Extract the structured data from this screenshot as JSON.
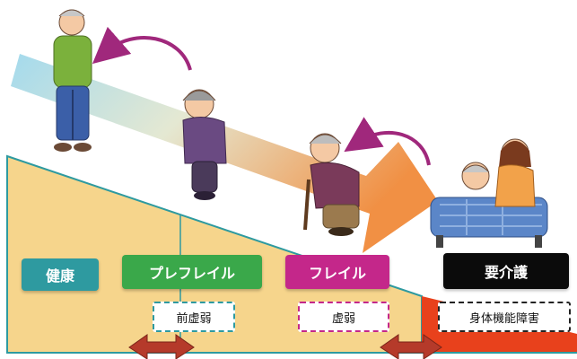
{
  "stages": [
    {
      "id": "healthy",
      "label": "健康",
      "color": "#2e9aa0"
    },
    {
      "id": "prefrail",
      "label": "プレフレイル",
      "color": "#3aa84a"
    },
    {
      "id": "frail",
      "label": "フレイル",
      "color": "#c4278a"
    },
    {
      "id": "care",
      "label": "要介護",
      "color": "#0b0b0b"
    }
  ],
  "sub_labels": [
    {
      "id": "prefrail",
      "label": "前虚弱",
      "border": "#2e9aa0"
    },
    {
      "id": "frail",
      "label": "虚弱",
      "border": "#c4278a"
    },
    {
      "id": "care",
      "label": "身体機能障害",
      "border": "#222222"
    }
  ],
  "colors": {
    "slope_fill": "#f6d58c",
    "slope_border": "#2e9aa0",
    "care_zone": "#e8411c",
    "arrow_start": "#9fd8ec",
    "arrow_end": "#f08a3a",
    "reversibility_arrow": "#b53a2a",
    "curved_arrow": "#a0287c"
  },
  "icons": [
    "healthy-person-icon",
    "pre-frail-person-icon",
    "frail-person-with-cane-icon",
    "care-bed-icon"
  ]
}
